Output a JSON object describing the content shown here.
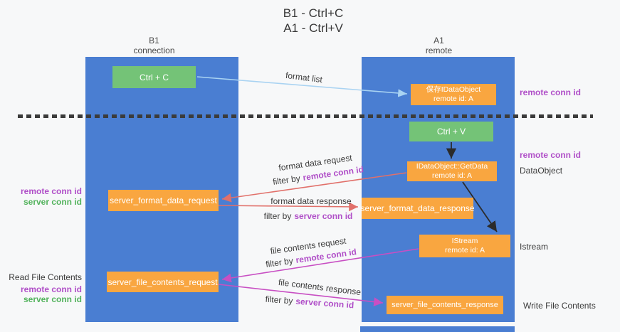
{
  "title": {
    "line1": "B1 - Ctrl+C",
    "line2": "A1 - Ctrl+V"
  },
  "lanes": {
    "left": {
      "header_line1": "B1",
      "header_line2": "connection"
    },
    "right": {
      "header_line1": "A1",
      "header_line2": "remote"
    }
  },
  "nodes": {
    "ctrl_c": {
      "label": "Ctrl + C"
    },
    "save_idataobject": {
      "line1": "保存IDataObject",
      "line2": "remote id: A"
    },
    "ctrl_v": {
      "label": "Ctrl + V"
    },
    "getdata": {
      "line1": "IDataObject::GetData",
      "line2": "remote id: A"
    },
    "istream": {
      "line1": "IStream",
      "line2": "remote id: A"
    },
    "format_request": {
      "label": "server_format_data_request"
    },
    "format_response": {
      "label": "server_format_data_response"
    },
    "file_request": {
      "label": "server_file_contents_request"
    },
    "file_response": {
      "label": "server_file_contents_response"
    }
  },
  "flow_labels": {
    "format_list": "format list",
    "format_data_request": "format data request",
    "format_data_response": "format data response",
    "file_contents_request": "file contents request",
    "file_contents_response": "file contents response",
    "filter_by": "filter by",
    "remote_conn_id": "remote conn id",
    "server_conn_id": "server conn id"
  },
  "side_labels": {
    "remote_conn_id": "remote conn id",
    "server_conn_id": "server conn id",
    "dataobject": "DataObject",
    "istream": "Istream",
    "read_file_contents": "Read File Contents",
    "write_file_contents": "Write File Contents"
  },
  "colors": {
    "lane_blue": "#4a7ed2",
    "node_green": "#74c377",
    "node_orange": "#f9a640",
    "remote_conn_text": "#b04fc8",
    "server_conn_text": "#53b35d",
    "arrow_salmon": "#e1706a",
    "arrow_magenta": "#c84fc3",
    "arrow_lightblue": "#a9d3f2",
    "arrow_black": "#2b2b2b"
  }
}
